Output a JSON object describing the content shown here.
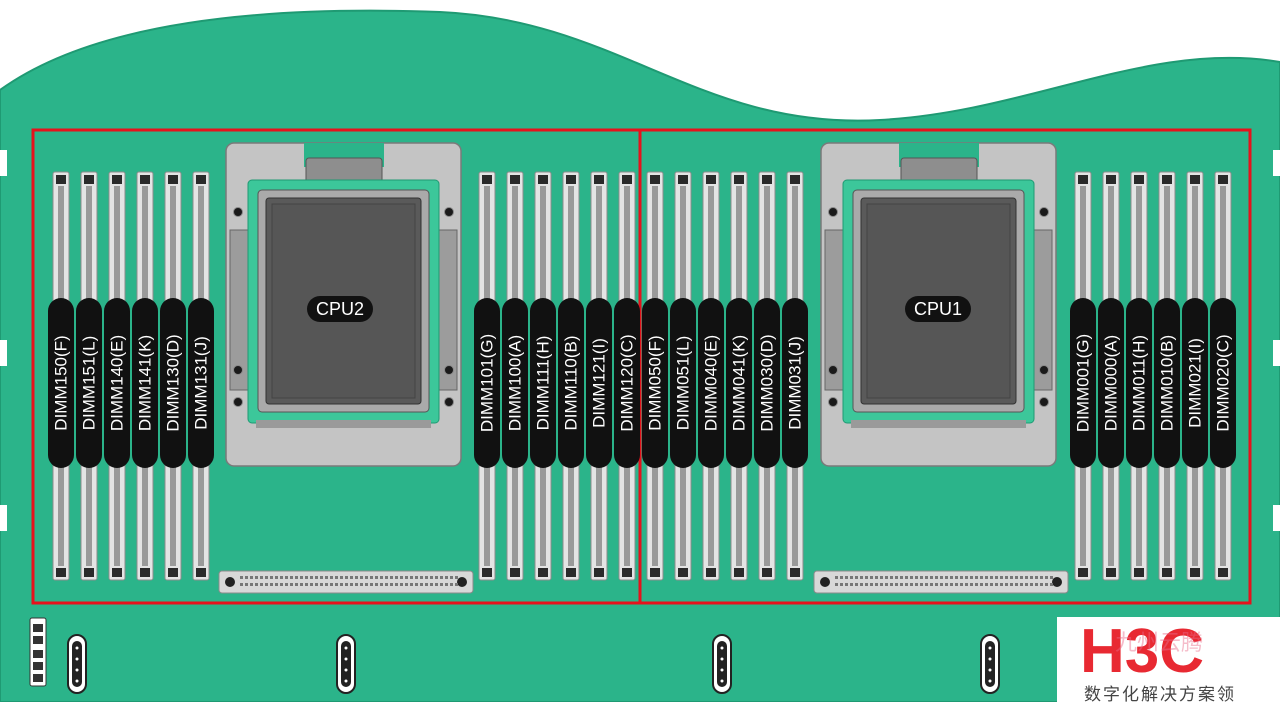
{
  "board": {
    "colors": {
      "pcb": "#2bb48a",
      "pcb_edge": "#1f9a73",
      "highlight_frame": "#e5121c",
      "slot": "#c9c9c9",
      "label_bg": "#111111",
      "label_text": "#ffffff",
      "socket_dark": "#555555",
      "socket_metal": "#bdbdbd"
    },
    "cpus": [
      {
        "id": "cpu2",
        "label": "CPU2"
      },
      {
        "id": "cpu1",
        "label": "CPU1"
      }
    ],
    "dimm_banks": [
      {
        "id": "cpu2-left",
        "slots": [
          "DIMM150(F)",
          "DIMM151(L)",
          "DIMM140(E)",
          "DIMM141(K)",
          "DIMM130(D)",
          "DIMM131(J)"
        ]
      },
      {
        "id": "cpu2-right",
        "slots": [
          "DIMM101(G)",
          "DIMM100(A)",
          "DIMM111(H)",
          "DIMM110(B)",
          "DIMM121(I)",
          "DIMM120(C)"
        ]
      },
      {
        "id": "cpu1-left",
        "slots": [
          "DIMM050(F)",
          "DIMM051(L)",
          "DIMM040(E)",
          "DIMM041(K)",
          "DIMM030(D)",
          "DIMM031(J)"
        ]
      },
      {
        "id": "cpu1-right",
        "slots": [
          "DIMM001(G)",
          "DIMM000(A)",
          "DIMM011(H)",
          "DIMM010(B)",
          "DIMM021(I)",
          "DIMM020(C)"
        ]
      }
    ]
  },
  "watermark": {
    "logo": "H3C",
    "overlay": "九州云腾",
    "subtitle": "数字化解决方案领"
  }
}
